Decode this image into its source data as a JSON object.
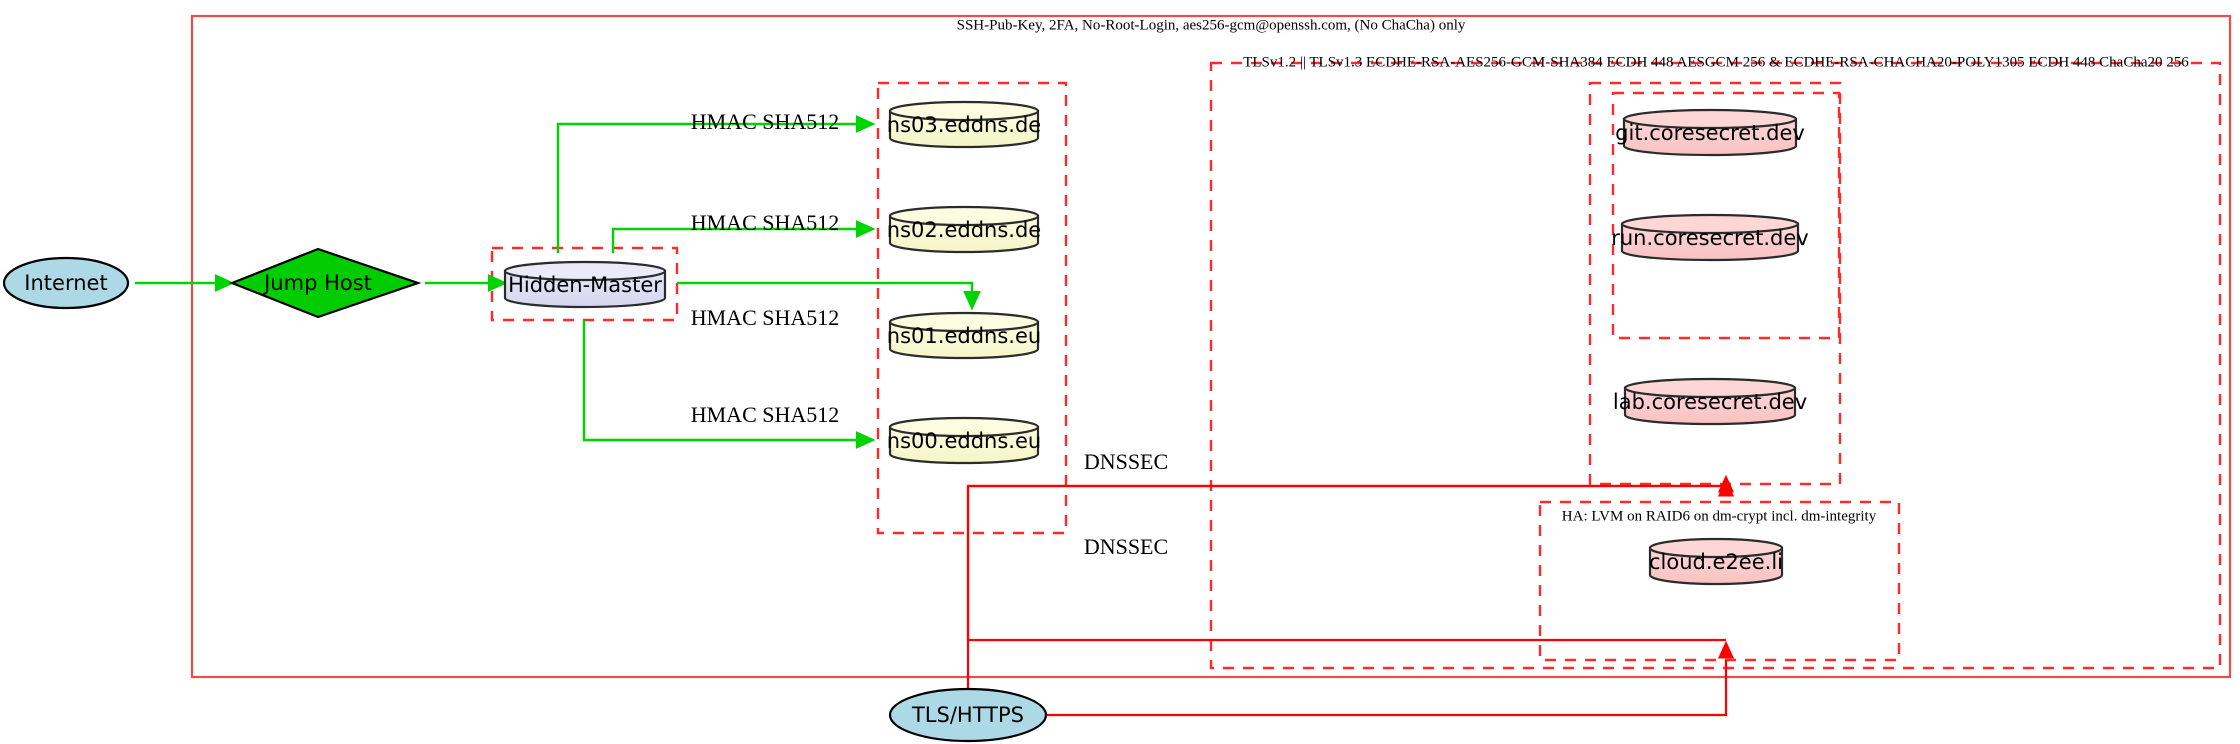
{
  "diagram": {
    "title_label": "SSH-Pub-Key, 2FA, No-Root-Login, aes256-gcm@openssh.com, (No ChaCha) only",
    "clusters": [
      {
        "id": "ssh-cluster",
        "label": "SSH-Pub-Key, 2FA, No-Root-Login, aes256-gcm@openssh.com, (No ChaCha) only",
        "style": "solid-red"
      },
      {
        "id": "tls-cluster",
        "label": "TLSv1.2 || TLSv1.3 ECDHE-RSA-AES256-GCM-SHA384 ECDH 448 AESGCM 256 & ECDHE-RSA-CHACHA20-POLY1305 ECDH 448 ChaCha20 256",
        "style": "dashed-red"
      },
      {
        "id": "ha-cluster",
        "label": "HA: LVM on RAID6 on dm-crypt incl. dm-integrity",
        "style": "dashed-red"
      },
      {
        "id": "hidden-master-cluster",
        "label": "",
        "style": "dashed-red"
      },
      {
        "id": "nameserver-cluster",
        "label": "",
        "style": "dashed-red"
      },
      {
        "id": "coresecret-outer-cluster",
        "label": "",
        "style": "dashed-red"
      },
      {
        "id": "coresecret-inner-cluster",
        "label": "",
        "style": "dashed-red"
      }
    ],
    "nodes": [
      {
        "id": "internet",
        "label": "Internet",
        "shape": "ellipse",
        "fill": "#add8e6"
      },
      {
        "id": "jump-host",
        "label": "Jump Host",
        "shape": "diamond",
        "fill": "#00cc00"
      },
      {
        "id": "hidden-master",
        "label": "Hidden-Master",
        "shape": "cylinder",
        "fill": "#e0e0f5"
      },
      {
        "id": "ns03",
        "label": "ns03.eddns.de",
        "shape": "cylinder",
        "fill": "#fafad2"
      },
      {
        "id": "ns02",
        "label": "ns02.eddns.de",
        "shape": "cylinder",
        "fill": "#fafad2"
      },
      {
        "id": "ns01",
        "label": "ns01.eddns.eu",
        "shape": "cylinder",
        "fill": "#fafad2"
      },
      {
        "id": "ns00",
        "label": "ns00.eddns.eu",
        "shape": "cylinder",
        "fill": "#fafad2"
      },
      {
        "id": "git",
        "label": "git.coresecret.dev",
        "shape": "cylinder",
        "fill": "#fbcdcd"
      },
      {
        "id": "run",
        "label": "run.coresecret.dev",
        "shape": "cylinder",
        "fill": "#fbcdcd"
      },
      {
        "id": "lab",
        "label": "lab.coresecret.dev",
        "shape": "cylinder",
        "fill": "#fbcdcd"
      },
      {
        "id": "cloud",
        "label": "cloud.e2ee.li",
        "shape": "cylinder",
        "fill": "#fbcdcd"
      },
      {
        "id": "tls-https",
        "label": "TLS/HTTPS",
        "shape": "ellipse",
        "fill": "#add8e6"
      }
    ],
    "edge_labels": {
      "hmac": "HMAC SHA512",
      "dnssec": "DNSSEC"
    },
    "edges": [
      {
        "from": "internet",
        "to": "jump-host",
        "label": "",
        "color": "#00d400"
      },
      {
        "from": "jump-host",
        "to": "hidden-master",
        "label": "",
        "color": "#00d400"
      },
      {
        "from": "hidden-master",
        "to": "ns03",
        "label": "HMAC SHA512",
        "color": "#00d400"
      },
      {
        "from": "hidden-master",
        "to": "ns02",
        "label": "HMAC SHA512",
        "color": "#00d400"
      },
      {
        "from": "hidden-master",
        "to": "ns01",
        "label": "HMAC SHA512",
        "color": "#00d400"
      },
      {
        "from": "hidden-master",
        "to": "ns00",
        "label": "HMAC SHA512",
        "color": "#00d400"
      },
      {
        "from": "tls-https",
        "to": "coresecret-inner-cluster",
        "label": "DNSSEC",
        "color": "#ff0000"
      },
      {
        "from": "tls-https",
        "to": "ha-cluster",
        "label": "DNSSEC",
        "color": "#ff0000"
      }
    ],
    "colors": {
      "green": "#00d400",
      "red": "#ff0000",
      "cluster_red": "#ff2a2a",
      "solid_red": "#f04b4b",
      "blue_fill": "#add8e6",
      "lavender_fill": "#e0e0f5",
      "cream_fill": "#fafad2",
      "pink_fill": "#fbcdcd",
      "green_fill": "#00cc00"
    }
  }
}
